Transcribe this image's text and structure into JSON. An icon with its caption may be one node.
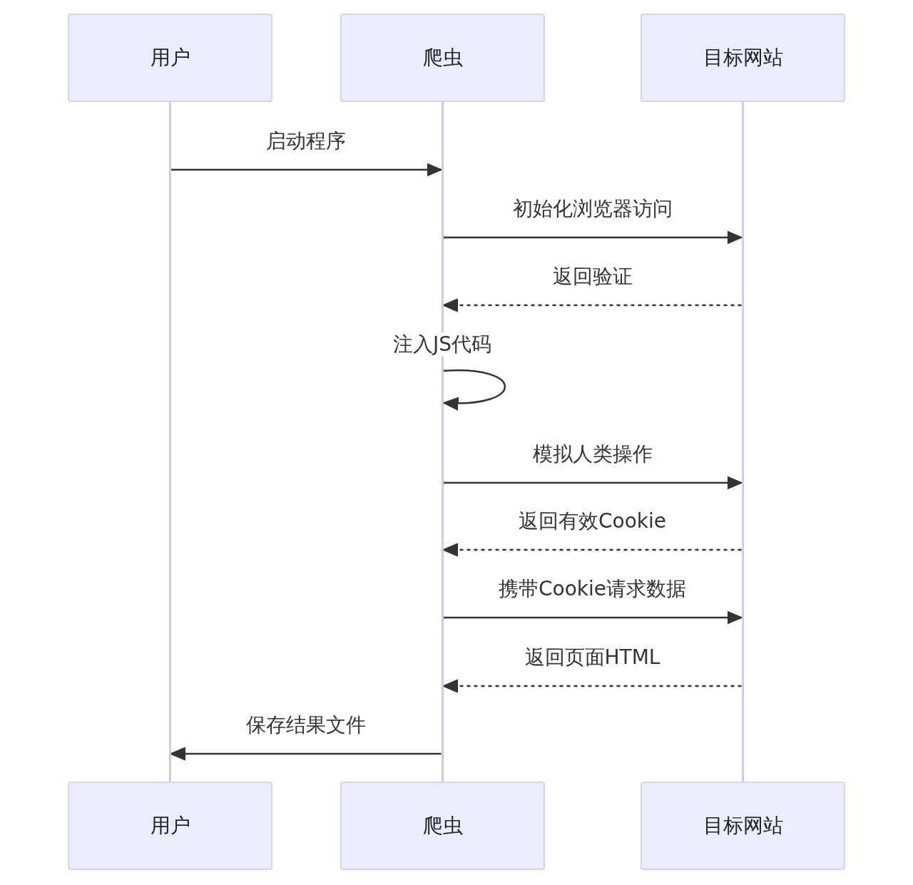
{
  "diagram": {
    "nodes": [
      {
        "text": [
          "用户"
        ]
      },
      {
        "text": [
          "爬虫"
        ]
      },
      {
        "text": [
          "目标网站"
        ]
      },
      {
        "text": [],
        "shape": "bar"
      },
      {
        "text": [],
        "shape": "bar"
      },
      {
        "text": [],
        "shape": "bar"
      },
      {
        "text": [
          "用户"
        ]
      },
      {
        "text": [
          "爬虫"
        ]
      },
      {
        "text": [
          "目标网站"
        ]
      }
    ],
    "edges": [
      {
        "from": 3,
        "to": 4,
        "arrow": "to",
        "label": "启动程序"
      },
      {
        "from": 4,
        "to": 5,
        "arrow": "to",
        "label": "初始化浏览器访问"
      },
      {
        "from": 5,
        "to": 4,
        "arrow": "to",
        "label": "返回验证",
        "style": "dashed"
      },
      {
        "from": 4,
        "to": 4,
        "arrow": "to",
        "label": "注入JS代码"
      },
      {
        "from": 4,
        "to": 5,
        "arrow": "to",
        "label": "模拟人类操作"
      },
      {
        "from": 5,
        "to": 4,
        "arrow": "to",
        "label": "返回有效Cookie",
        "style": "dashed"
      },
      {
        "from": 4,
        "to": 5,
        "arrow": "to",
        "label": "携带Cookie请求数据"
      },
      {
        "from": 5,
        "to": 4,
        "arrow": "to",
        "label": "返回页面HTML",
        "style": "dashed"
      },
      {
        "from": 4,
        "to": 3,
        "arrow": "to",
        "label": "保存结果文件"
      }
    ]
  }
}
